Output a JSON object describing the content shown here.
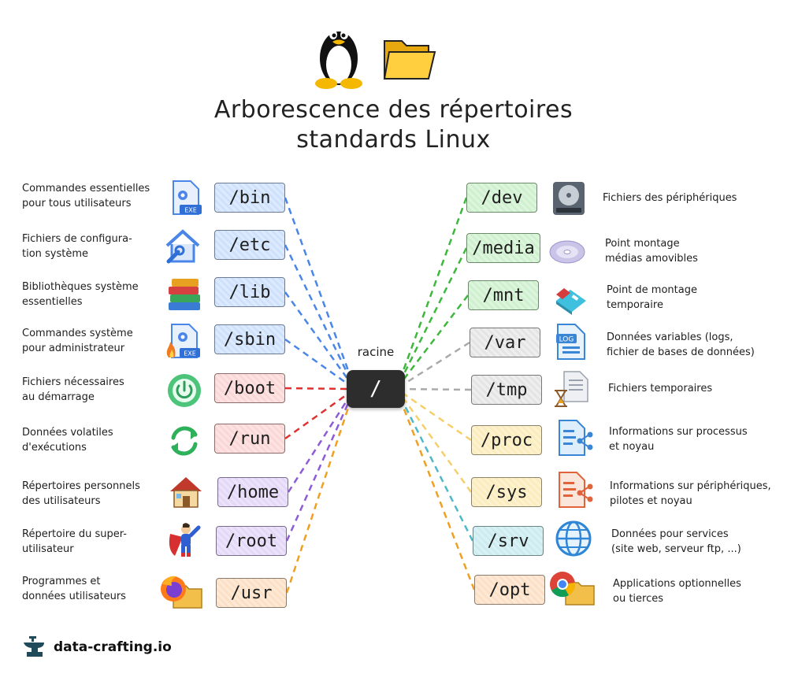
{
  "title": {
    "line1": "Arborescence des répertoires",
    "line2": "standards Linux"
  },
  "root": {
    "label": "racine",
    "name": "/"
  },
  "brand": {
    "name": "data-crafting.io"
  },
  "colors": {
    "blue": "#4a86e8",
    "red": "#e03131",
    "purple": "#8e5bd6",
    "orange": "#f0a020",
    "green": "#3db83d",
    "gray": "#aaaaaa",
    "yellow": "#f5cf6a",
    "cyan": "#4db8c9"
  },
  "left_items": [
    {
      "dir": "/bin",
      "desc_line1": "Commandes essentielles",
      "desc_line2": "pour tous utilisateurs",
      "icon": "exe-file-icon"
    },
    {
      "dir": "/etc",
      "desc_line1": "Fichiers de configura-",
      "desc_line2": "tion système",
      "icon": "house-wrench-icon"
    },
    {
      "dir": "/lib",
      "desc_line1": "Bibliothèques système",
      "desc_line2": "essentielles",
      "icon": "books-icon"
    },
    {
      "dir": "/sbin",
      "desc_line1": "Commandes système",
      "desc_line2": "pour administrateur",
      "icon": "exe-file-fire-icon"
    },
    {
      "dir": "/boot",
      "desc_line1": "Fichiers nécessaires",
      "desc_line2": "au démarrage",
      "icon": "power-button-icon"
    },
    {
      "dir": "/run",
      "desc_line1": "Données volatiles",
      "desc_line2": "d'exécutions",
      "icon": "refresh-arrows-icon"
    },
    {
      "dir": "/home",
      "desc_line1": "Répertoires personnels",
      "desc_line2": "des utilisateurs",
      "icon": "house-icon"
    },
    {
      "dir": "/root",
      "desc_line1": "Répertoire du super-",
      "desc_line2": "utilisateur",
      "icon": "superhero-icon"
    },
    {
      "dir": "/usr",
      "desc_line1": "Programmes et",
      "desc_line2": "données utilisateurs",
      "icon": "firefox-folder-icon"
    }
  ],
  "right_items": [
    {
      "dir": "/dev",
      "desc_line1": "Fichiers des périphériques",
      "desc_line2": "",
      "icon": "hard-drive-icon"
    },
    {
      "dir": "/media",
      "desc_line1": "Point montage",
      "desc_line2": "médias amovibles",
      "icon": "cd-disc-icon"
    },
    {
      "dir": "/mnt",
      "desc_line1": "Point de montage",
      "desc_line2": "temporaire",
      "icon": "usb-stick-icon"
    },
    {
      "dir": "/var",
      "desc_line1": "Données variables (logs,",
      "desc_line2": "fichier de bases de données)",
      "icon": "log-file-icon"
    },
    {
      "dir": "/tmp",
      "desc_line1": "Fichiers temporaires",
      "desc_line2": "",
      "icon": "hourglass-file-icon"
    },
    {
      "dir": "/proc",
      "desc_line1": "Informations sur processus",
      "desc_line2": "et noyau",
      "icon": "process-doc-icon"
    },
    {
      "dir": "/sys",
      "desc_line1": "Informations sur périphériques,",
      "desc_line2": "pilotes et noyau",
      "icon": "system-doc-icon"
    },
    {
      "dir": "/srv",
      "desc_line1": "Données pour services",
      "desc_line2": "(site web, serveur ftp, ...)",
      "icon": "globe-icon"
    },
    {
      "dir": "/opt",
      "desc_line1": "Applications optionnelles",
      "desc_line2": "ou tierces",
      "icon": "chrome-folder-icon"
    }
  ]
}
